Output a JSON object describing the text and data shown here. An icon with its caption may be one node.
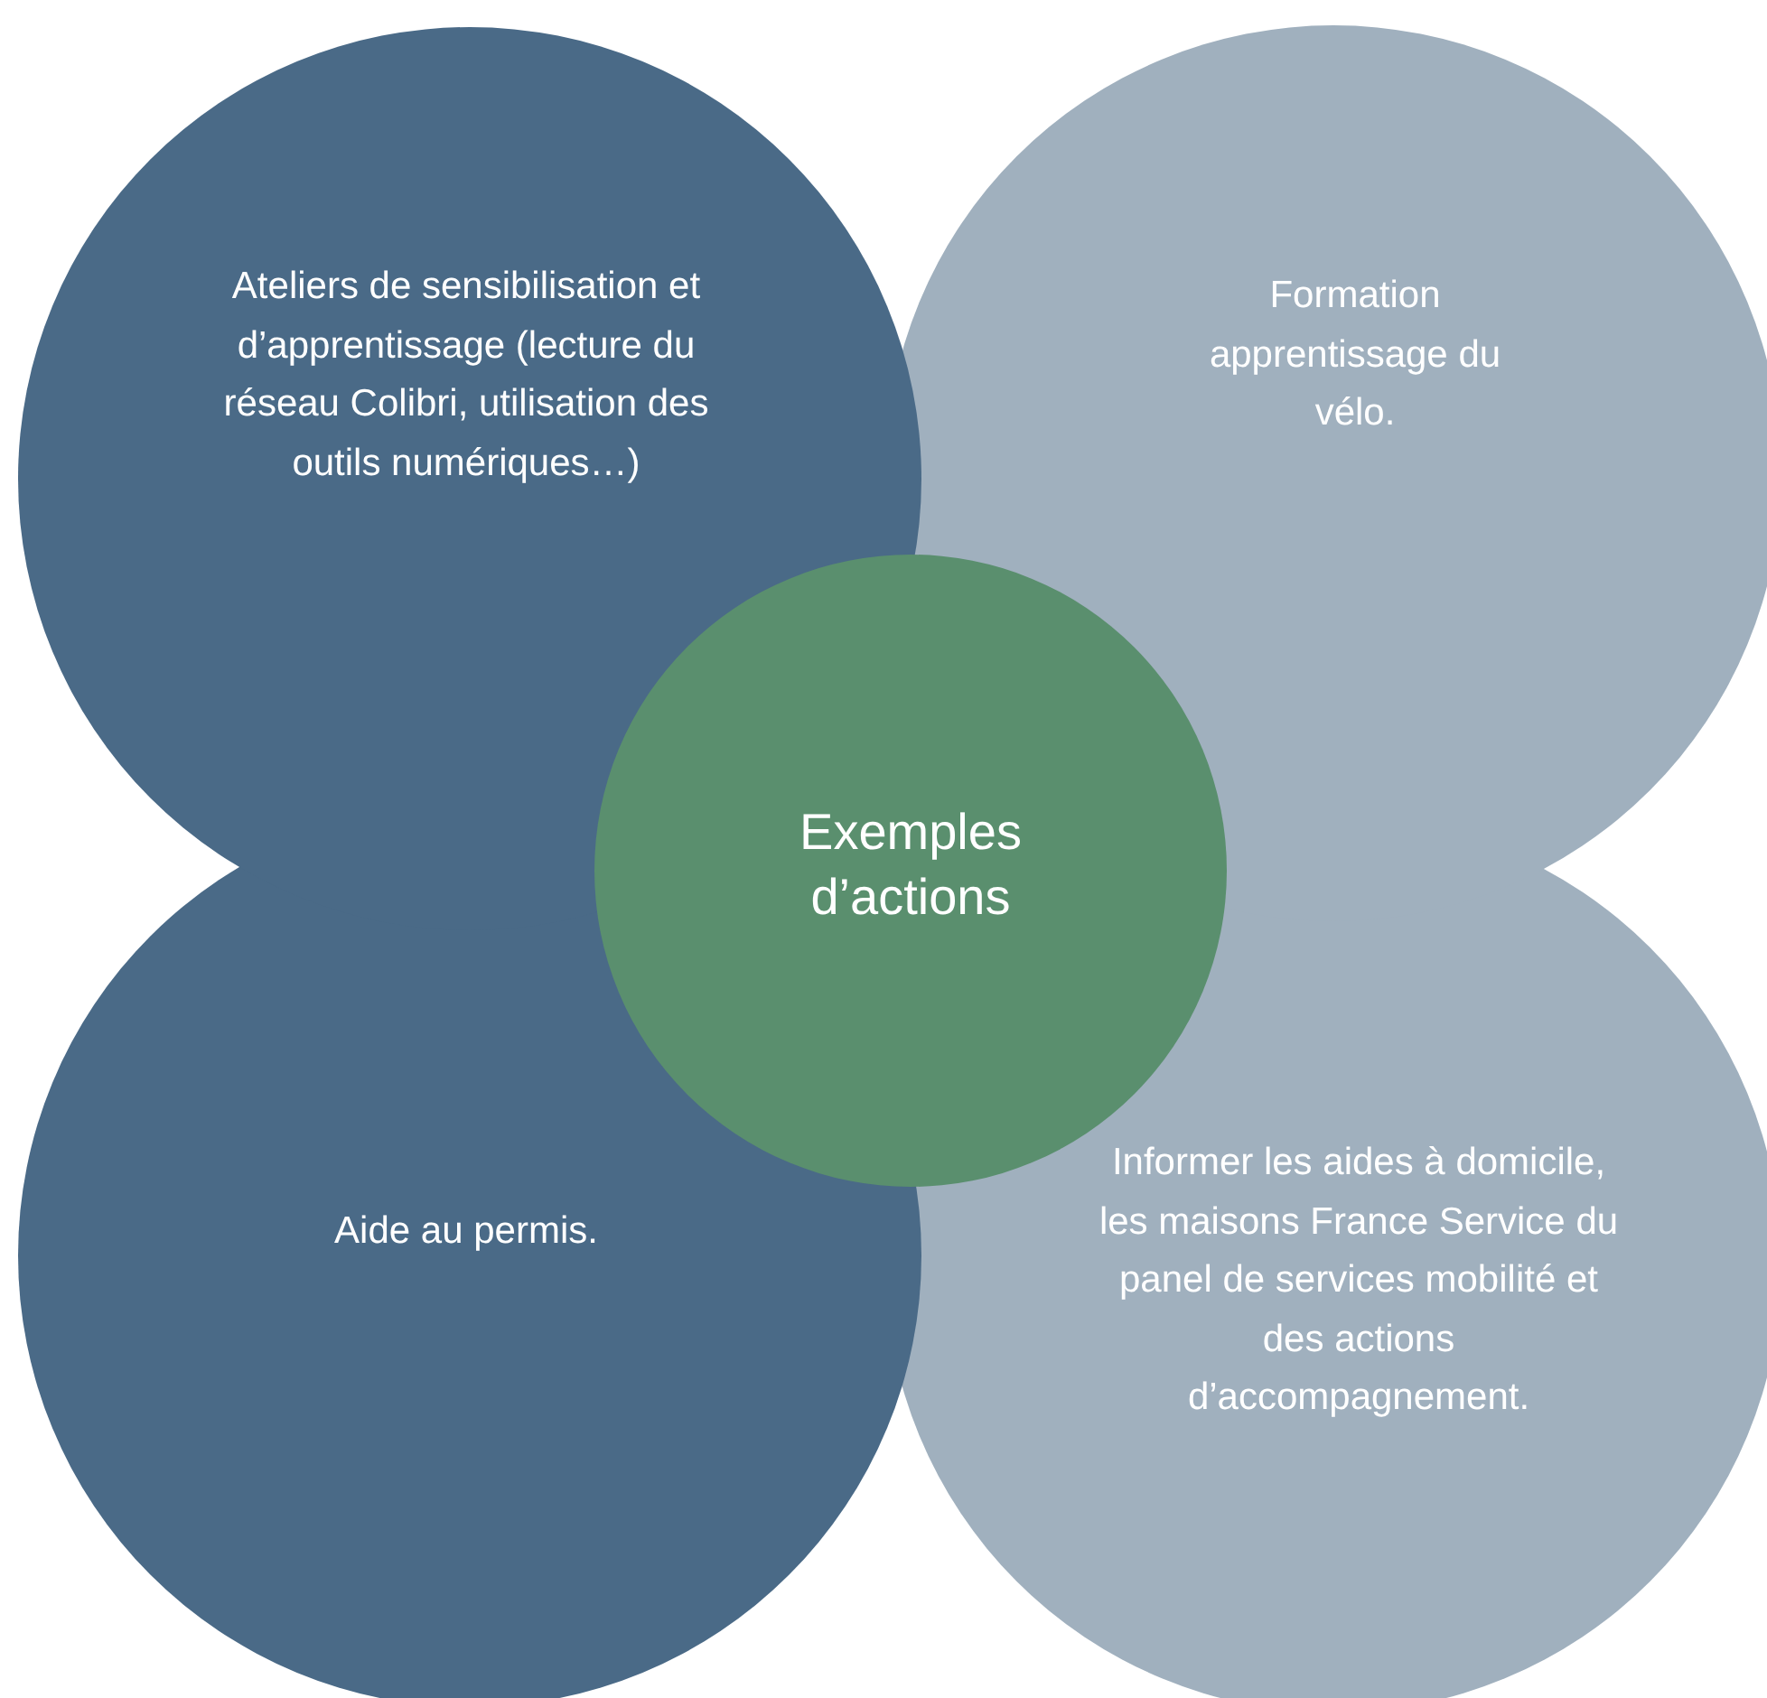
{
  "diagram": {
    "nodes": [
      {
        "text": [
          "Ateliers de sensibilisation et d’apprentissage (lecture du réseau Colibri, utilisation des outils numériques…)"
        ]
      },
      {
        "text": [
          "Formation apprentissage du vélo."
        ]
      },
      {
        "text": [
          "Exemples d’actions"
        ]
      },
      {
        "text": [
          "Aide au permis."
        ]
      },
      {
        "text": [
          "Informer les aides à domicile, les maisons France Service du panel de services mobilité et des actions d’accompagnement."
        ]
      }
    ]
  }
}
